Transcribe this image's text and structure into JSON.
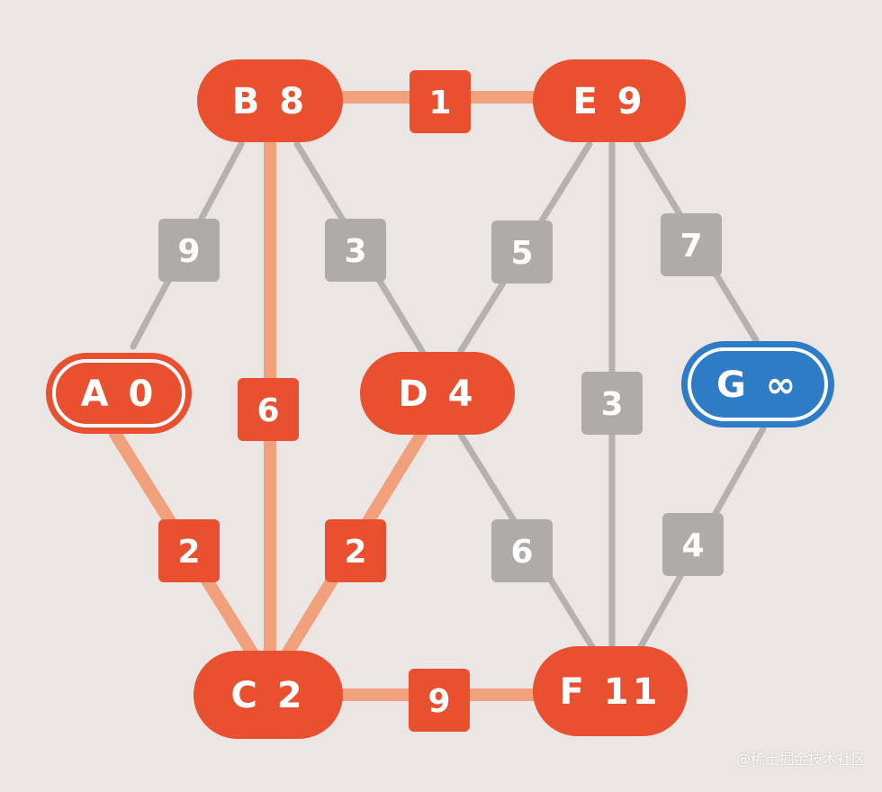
{
  "colors": {
    "background": "#ebe6e4",
    "orange": "#e8502f",
    "orange_edge": "#f0a07a",
    "gray": "#aeaba8",
    "gray_edge": "#b4b1ae",
    "blue": "#2f7cc6"
  },
  "nodes": [
    {
      "id": "B",
      "label": "B 8",
      "color": "orange",
      "style": "filled"
    },
    {
      "id": "E",
      "label": "E 9",
      "color": "orange",
      "style": "filled"
    },
    {
      "id": "A",
      "label": "A 0",
      "color": "orange",
      "style": "outlined"
    },
    {
      "id": "D",
      "label": "D 4",
      "color": "orange",
      "style": "filled"
    },
    {
      "id": "G",
      "label": "G ∞",
      "color": "blue",
      "style": "outlined"
    },
    {
      "id": "C",
      "label": "C 2",
      "color": "orange",
      "style": "filled"
    },
    {
      "id": "F",
      "label": "F 11",
      "color": "orange",
      "style": "filled"
    }
  ],
  "edges": [
    {
      "from": "B",
      "to": "E",
      "weight": "1",
      "color": "orange"
    },
    {
      "from": "B",
      "to": "A",
      "weight": "9",
      "color": "gray"
    },
    {
      "from": "B",
      "to": "C",
      "weight": "6",
      "color": "orange"
    },
    {
      "from": "B",
      "to": "D",
      "weight": "3",
      "color": "gray"
    },
    {
      "from": "E",
      "to": "D",
      "weight": "5",
      "color": "gray"
    },
    {
      "from": "E",
      "to": "F",
      "weight": "3",
      "color": "gray"
    },
    {
      "from": "E",
      "to": "G",
      "weight": "7",
      "color": "gray"
    },
    {
      "from": "A",
      "to": "C",
      "weight": "2",
      "color": "orange"
    },
    {
      "from": "D",
      "to": "C",
      "weight": "2",
      "color": "orange"
    },
    {
      "from": "D",
      "to": "F",
      "weight": "6",
      "color": "gray"
    },
    {
      "from": "G",
      "to": "F",
      "weight": "4",
      "color": "gray"
    },
    {
      "from": "C",
      "to": "F",
      "weight": "9",
      "color": "orange"
    }
  ],
  "watermark": "@稀土掘金技术社区"
}
